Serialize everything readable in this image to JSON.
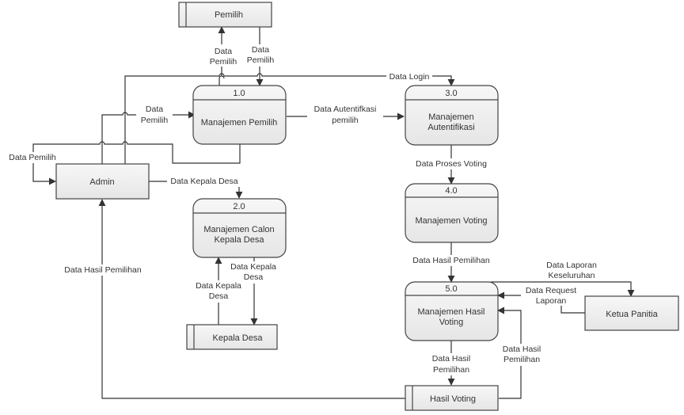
{
  "diagram": {
    "type": "Data Flow Diagram Level 1",
    "processes": [
      {
        "id": "p1",
        "number": "1.0",
        "name_lines": [
          "Manajemen Pemilih"
        ]
      },
      {
        "id": "p2",
        "number": "2.0",
        "name_lines": [
          "Manajemen Calon",
          "Kepala Desa"
        ]
      },
      {
        "id": "p3",
        "number": "3.0",
        "name_lines": [
          "Manajemen",
          "Autentifikasi"
        ]
      },
      {
        "id": "p4",
        "number": "4.0",
        "name_lines": [
          "Manajemen Voting"
        ]
      },
      {
        "id": "p5",
        "number": "5.0",
        "name_lines": [
          "Manajemen Hasil",
          "Voting"
        ]
      }
    ],
    "entities": [
      {
        "id": "e_admin",
        "name": "Admin"
      },
      {
        "id": "e_ketua",
        "name": "Ketua Panitia"
      }
    ],
    "stores": [
      {
        "id": "s_pemilih",
        "name": "Pemilih"
      },
      {
        "id": "s_kepala",
        "name": "Kepala Desa"
      },
      {
        "id": "s_hasil",
        "name": "Hasil Voting"
      }
    ],
    "flows": [
      {
        "id": "f1",
        "from": "p1",
        "to": "s_pemilih",
        "label_lines": [
          "Data",
          "Pemilih"
        ]
      },
      {
        "id": "f2",
        "from": "s_pemilih",
        "to": "p1",
        "label_lines": [
          "Data",
          "Pemilih"
        ]
      },
      {
        "id": "f3",
        "from": "e_admin",
        "to": "p3",
        "label_lines": [
          "Data Login"
        ]
      },
      {
        "id": "f4",
        "from": "e_admin",
        "to": "p1",
        "label_lines": [
          "Data",
          "Pemilih"
        ]
      },
      {
        "id": "f5",
        "from": "p1",
        "to": "p3",
        "label_lines": [
          "Data Autentifkasi",
          "pemilih"
        ]
      },
      {
        "id": "f6",
        "from": "p1",
        "to": "e_admin",
        "label_lines": [
          "Data Pemilih"
        ]
      },
      {
        "id": "f7",
        "from": "e_admin",
        "to": "p2",
        "label_lines": [
          "Data Kepala Desa"
        ]
      },
      {
        "id": "f8",
        "from": "p2",
        "to": "s_kepala",
        "label_lines": [
          "Data Kepala",
          "Desa"
        ]
      },
      {
        "id": "f9",
        "from": "s_kepala",
        "to": "p2",
        "label_lines": [
          "Data Kepala",
          "Desa"
        ]
      },
      {
        "id": "f10",
        "from": "p3",
        "to": "p4",
        "label_lines": [
          "Data Proses Voting"
        ]
      },
      {
        "id": "f11",
        "from": "p4",
        "to": "p5",
        "label_lines": [
          "Data Hasil Pemilihan"
        ]
      },
      {
        "id": "f12",
        "from": "p5",
        "to": "e_ketua",
        "label_lines": [
          "Data Laporan",
          "Keseluruhan"
        ]
      },
      {
        "id": "f13",
        "from": "e_ketua",
        "to": "p5",
        "label_lines": [
          "Data Request",
          "Laporan"
        ]
      },
      {
        "id": "f14",
        "from": "p5",
        "to": "s_hasil",
        "label_lines": [
          "Data Hasil",
          "Pemilihan"
        ]
      },
      {
        "id": "f15",
        "from": "s_hasil",
        "to": "p5",
        "label_lines": [
          "Data Hasil",
          "Pemilihan"
        ]
      },
      {
        "id": "f16",
        "from": "s_hasil",
        "to": "e_admin",
        "label_lines": [
          "Data Hasil Pemilihan"
        ]
      }
    ]
  }
}
